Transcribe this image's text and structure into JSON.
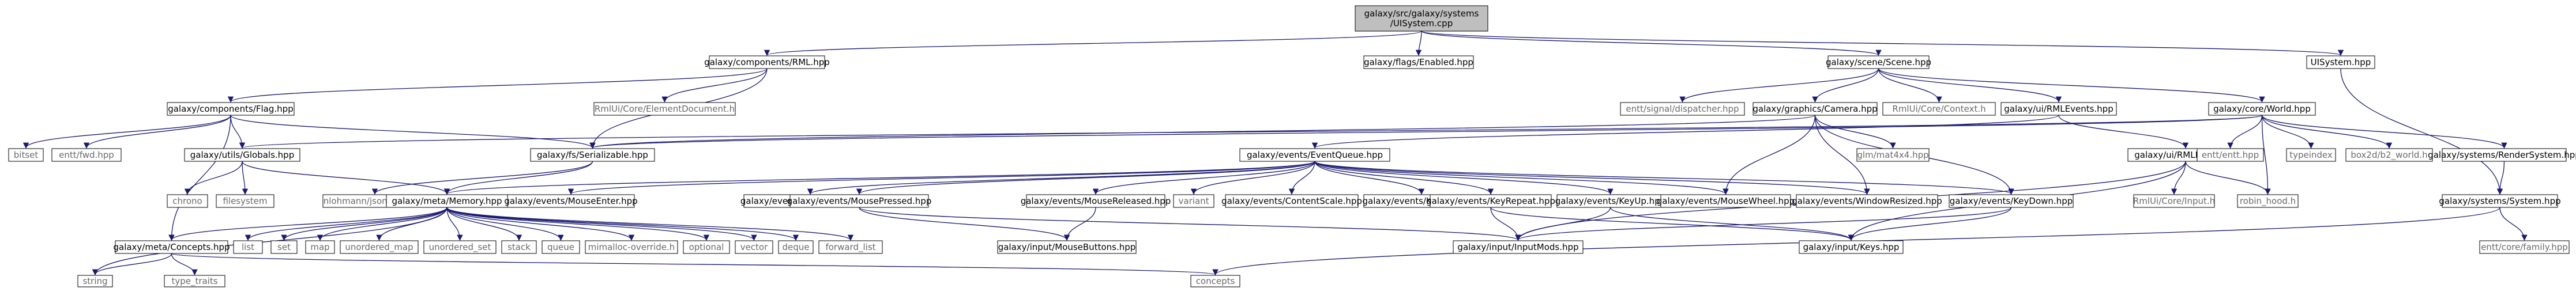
{
  "diagram": {
    "nodes": {
      "root": [
        "galaxy/src/galaxy/systems",
        "/UISystem.cpp"
      ],
      "components_rml": "galaxy/components/RML.hpp",
      "flags_enabled": "galaxy/flags/Enabled.hpp",
      "scene": "galaxy/scene/Scene.hpp",
      "uisystem": "UISystem.hpp",
      "components_flag": "galaxy/components/Flag.hpp",
      "rmlui_elementdocument": "RmlUi/Core/ElementDocument.h",
      "entt_dispatcher": "entt/signal/dispatcher.hpp",
      "graphics_camera": "galaxy/graphics/Camera.hpp",
      "rmlui_context": "RmlUi/Core/Context.h",
      "ui_rmlevents": "galaxy/ui/RMLEvents.hpp",
      "core_world": "galaxy/core/World.hpp",
      "bitset": "bitset",
      "entt_fwd": "entt/fwd.hpp",
      "utils_globals": "galaxy/utils/Globals.hpp",
      "fs_serializable": "galaxy/fs/Serializable.hpp",
      "glm_mat4x4": "glm/mat4x4.hpp",
      "events_eventqueue": "galaxy/events/EventQueue.hpp",
      "ui_rmlinput": "galaxy/ui/RMLInput.hpp",
      "entt_entt": "entt/entt.hpp",
      "typeindex": "typeindex",
      "box2d_world": "box2d/b2_world.h",
      "systems_rendersystem": "galaxy/systems/RenderSystem.hpp",
      "chrono": "chrono",
      "filesystem": "filesystem",
      "nlohmann_json_fwd": "nlohmann/json_fwd.hpp",
      "meta_memory": "galaxy/meta/Memory.hpp",
      "events_mouseenter": "galaxy/events/MouseEnter.hpp",
      "events_mousemoved": "galaxy/events/MouseMoved.hpp",
      "events_mousepressed": "galaxy/events/MousePressed.hpp",
      "events_mousereleased": "galaxy/events/MouseReleased.hpp",
      "variant": "variant",
      "events_contentscale": "galaxy/events/ContentScale.hpp",
      "events_keychar": "galaxy/events/KeyChar.hpp",
      "events_keyrepeat": "galaxy/events/KeyRepeat.hpp",
      "events_keyup": "galaxy/events/KeyUp.hpp",
      "events_mousewheel": "galaxy/events/MouseWheel.hpp",
      "events_windowresized": "galaxy/events/WindowResized.hpp",
      "events_keydown": "galaxy/events/KeyDown.hpp",
      "rmlui_input": "RmlUi/Core/Input.h",
      "robin_hood": "robin_hood.h",
      "systems_system": "galaxy/systems/System.hpp",
      "meta_concepts": "galaxy/meta/Concepts.hpp",
      "list": "list",
      "set": "set",
      "map": "map",
      "unordered_map": "unordered_map",
      "unordered_set": "unordered_set",
      "stack": "stack",
      "queue": "queue",
      "mimalloc": "mimalloc-override.h",
      "optional": "optional",
      "vector": "vector",
      "deque": "deque",
      "forward_list": "forward_list",
      "input_mousebuttons": "galaxy/input/MouseButtons.hpp",
      "input_inputmods": "galaxy/input/InputMods.hpp",
      "input_keys": "galaxy/input/Keys.hpp",
      "entt_core_family": "entt/core/family.hpp",
      "string": "string",
      "type_traits": "type_traits",
      "concepts": "concepts"
    },
    "colors": {
      "root_fill": "#bfbfbf",
      "node_fill": "#ffffff",
      "plain_border": "#bfbfbf",
      "edge": "#191970",
      "text": "#000000"
    }
  }
}
